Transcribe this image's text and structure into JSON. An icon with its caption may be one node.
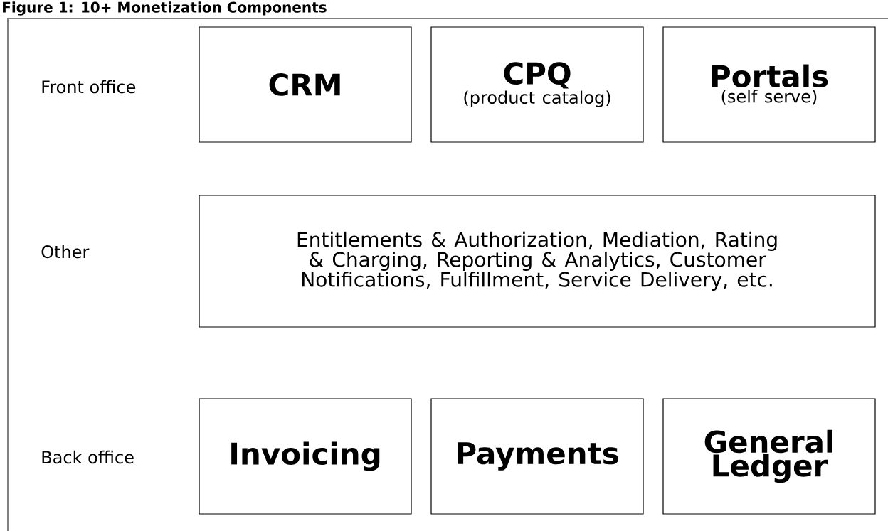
{
  "diagram": {
    "title": "Figure 1: 10+ Monetization Components",
    "nodes": [
      {
        "text": [
          "CRM"
        ]
      },
      {
        "text": [
          "CPQ",
          "(product catalog)"
        ]
      },
      {
        "text": [
          "Portals",
          "(self serve)"
        ]
      },
      {
        "text": [
          "Entitlements & Authorization, Mediation, Rating & Charging, Reporting & Analytics, Customer Notifications, Fulfillment, Service Delivery, etc."
        ]
      },
      {
        "text": [
          "Invoicing"
        ]
      },
      {
        "text": [
          "Payments"
        ]
      },
      {
        "text": [
          "General Ledger"
        ]
      }
    ],
    "labels": [
      "Front office",
      "Other",
      "Back office"
    ]
  }
}
